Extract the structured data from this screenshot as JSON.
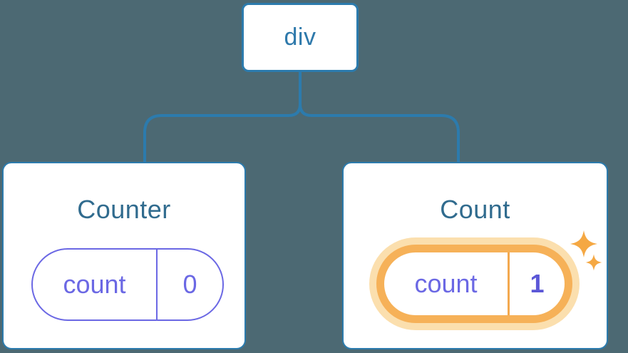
{
  "diagram": {
    "root": {
      "label": "div"
    },
    "children": [
      {
        "title": "Counter",
        "state": {
          "key": "count",
          "value": "0"
        },
        "highlighted": false
      },
      {
        "title": "Count",
        "state": {
          "key": "count",
          "value": "1"
        },
        "highlighted": true
      }
    ]
  },
  "icons": {
    "sparkles": "sparkles-icon"
  },
  "colors": {
    "background": "#4c6973",
    "card_background": "#ffffff",
    "node_border_blue": "#2c7bad",
    "node_text_blue": "#2e79ab",
    "title_blue": "#306b8e",
    "state_purple": "#6b68e4",
    "state_value_bold_purple": "#5b57d7",
    "highlight_orange": "#f6b158",
    "highlight_glow": "#fbdfae",
    "highlight_divider": "#f3a94f",
    "sparkle_orange": "#f5a843"
  }
}
